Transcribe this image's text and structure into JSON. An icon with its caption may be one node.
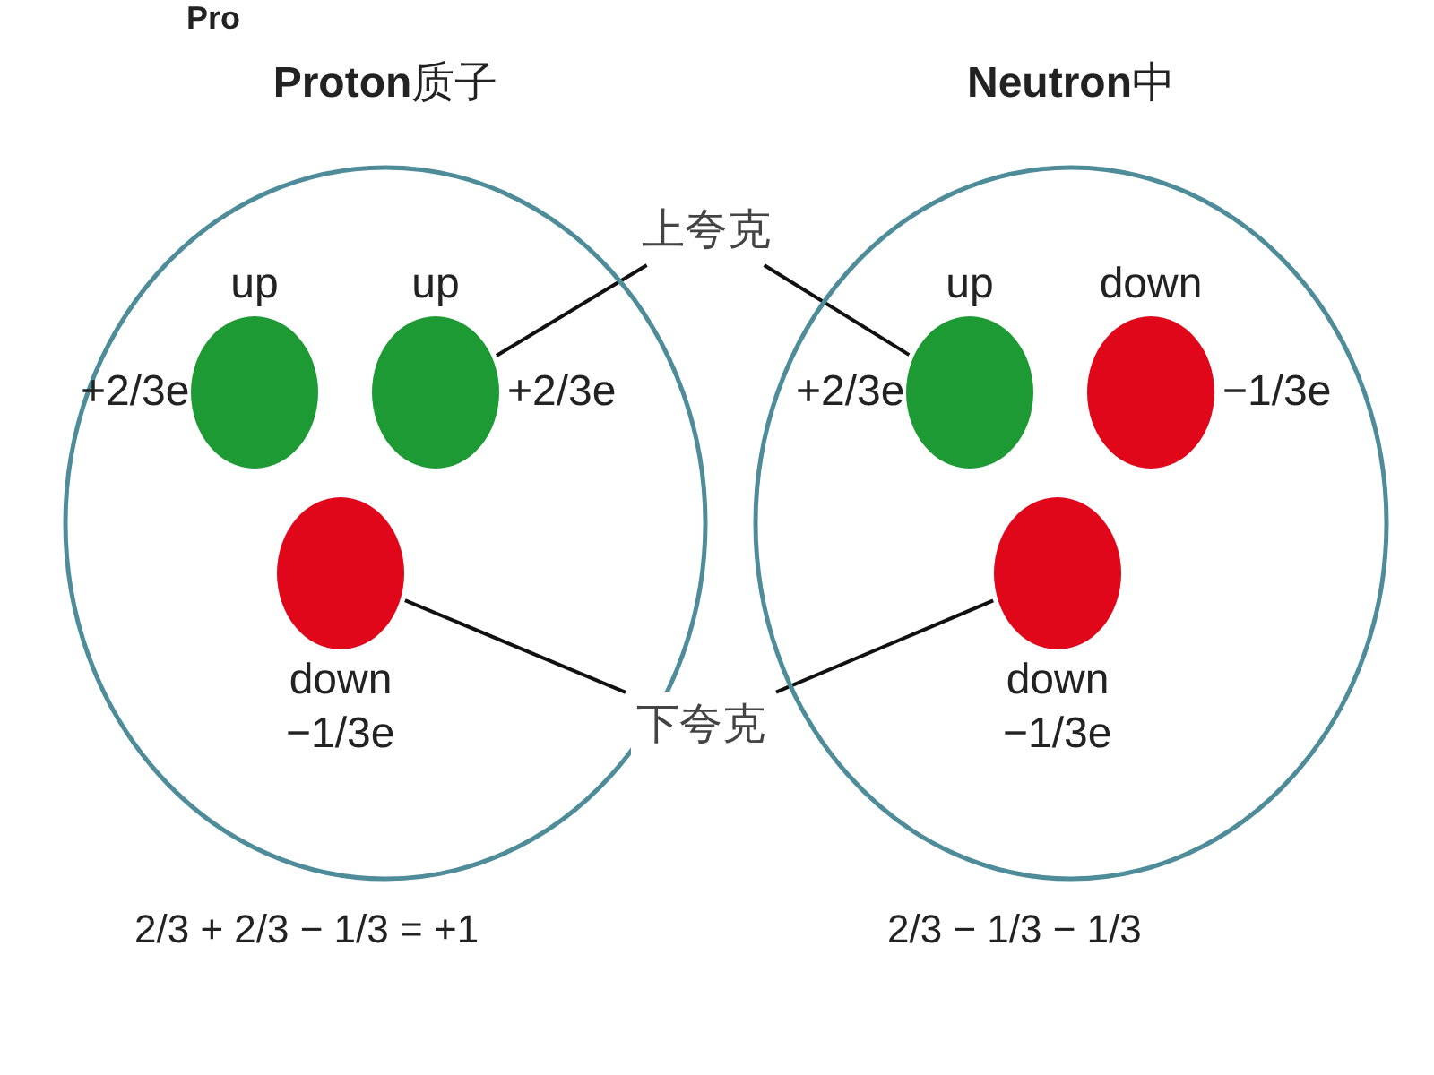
{
  "diagram": {
    "nodes": [
      {
        "text": [
          "**Proton**质子"
        ]
      },
      {
        "text": [
          "up"
        ],
        "beside": [
          "+2/3e"
        ],
        "in": 0
      },
      {
        "text": [
          "up"
        ],
        "beside": [
          "+2/3e"
        ],
        "in": 0
      },
      {
        "text": [
          "down"
        ],
        "beside": [
          "−1/3e"
        ],
        "in": 0
      },
      {
        "text": [
          "**Neutron**中"
        ]
      },
      {
        "text": [
          "up"
        ],
        "beside": [
          "+2/3e"
        ],
        "in": 4
      },
      {
        "text": [
          "down"
        ],
        "beside": [
          "−1/3e"
        ],
        "in": 4
      },
      {
        "text": [
          "down"
        ],
        "beside": [
          "−1/3e"
        ],
        "in": 4
      },
      {
        "text": [
          "上夸克"
        ]
      },
      {
        "text": [
          "下夸克"
        ]
      }
    ],
    "edges": [
      {
        "from": 8,
        "to": 2,
        "arrow": "none"
      },
      {
        "from": 8,
        "to": 5,
        "arrow": "none"
      },
      {
        "from": 9,
        "to": 3,
        "arrow": "none"
      },
      {
        "from": 9,
        "to": 7,
        "arrow": "none"
      }
    ],
    "labels": [
      "Pro",
      "2/3 + 2/3 − 1/3 = +1",
      "2/3 − 1/3 − 1/3"
    ]
  }
}
